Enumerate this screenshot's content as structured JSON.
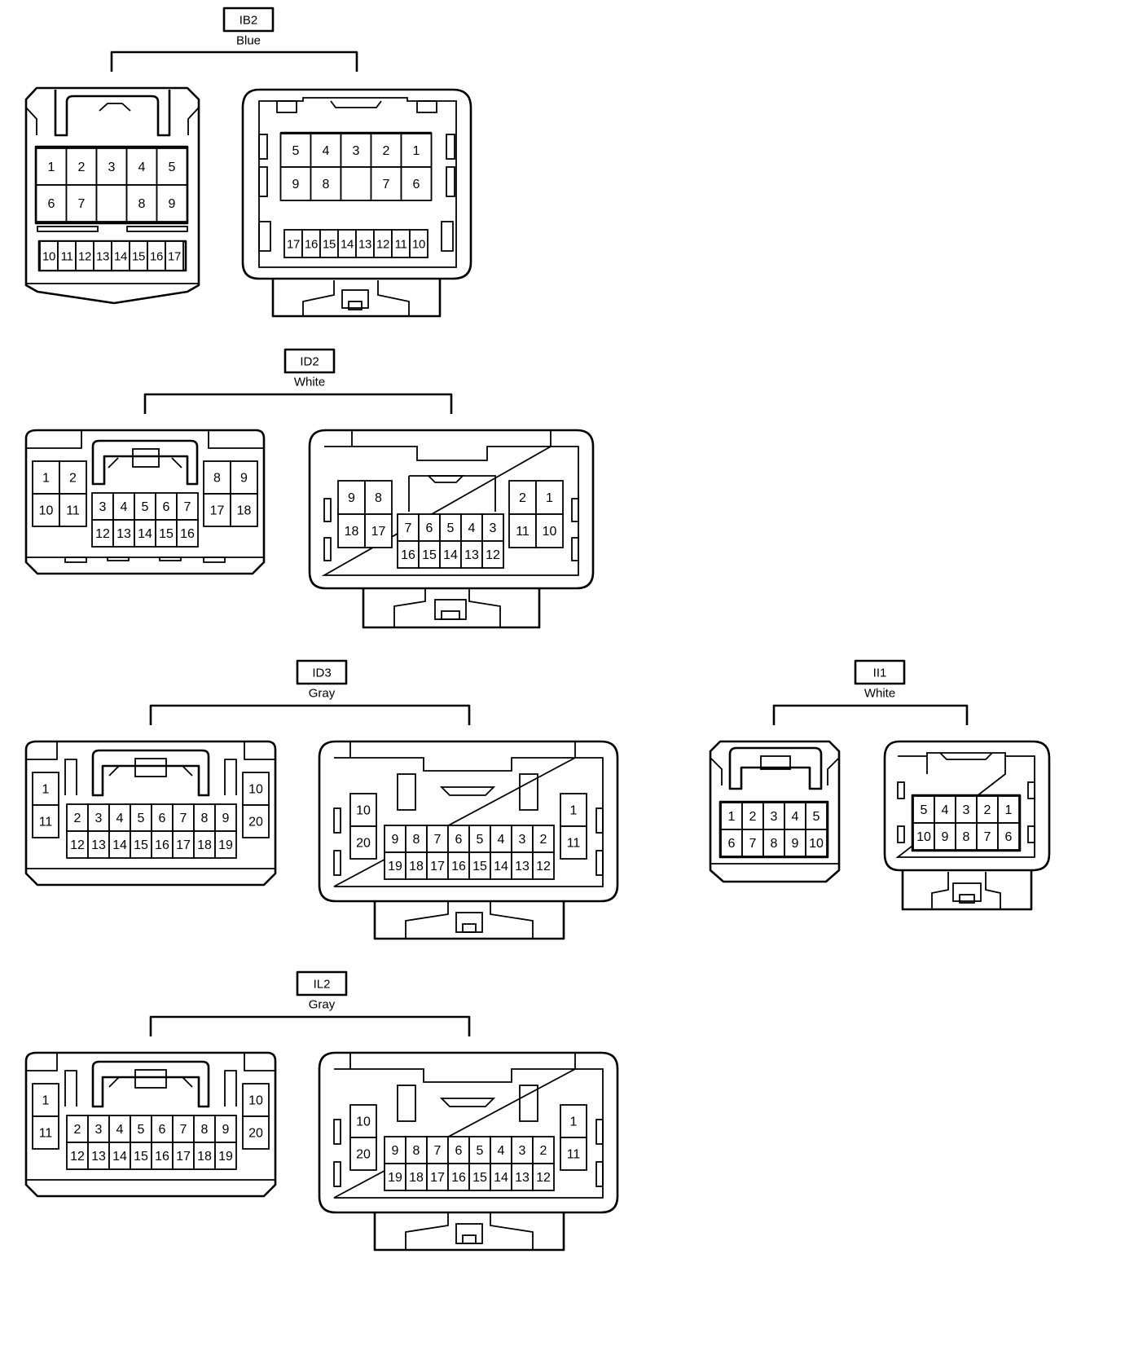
{
  "connectors": [
    {
      "code": "IB2",
      "color": "Blue",
      "left_rows": [
        [
          "1",
          "2",
          "3",
          "4",
          "5"
        ],
        [
          "6",
          "7",
          "",
          "8",
          "9"
        ],
        [
          "10",
          "11",
          "12",
          "13",
          "14",
          "15",
          "16",
          "17"
        ]
      ],
      "right_rows": [
        [
          "5",
          "4",
          "3",
          "2",
          "1"
        ],
        [
          "9",
          "8",
          "",
          "7",
          "6"
        ],
        [
          "17",
          "16",
          "15",
          "14",
          "13",
          "12",
          "11",
          "10"
        ]
      ]
    },
    {
      "code": "ID2",
      "color": "White",
      "left_groups": [
        [
          [
            "1",
            "2"
          ],
          [
            "10",
            "11"
          ]
        ],
        [
          [
            "3",
            "4",
            "5",
            "6",
            "7"
          ],
          [
            "12",
            "13",
            "14",
            "15",
            "16"
          ]
        ],
        [
          [
            "8",
            "9"
          ],
          [
            "17",
            "18"
          ]
        ]
      ],
      "right_groups": [
        [
          [
            "9",
            "8"
          ],
          [
            "18",
            "17"
          ]
        ],
        [
          [
            "7",
            "6",
            "5",
            "4",
            "3"
          ],
          [
            "16",
            "15",
            "14",
            "13",
            "12"
          ]
        ],
        [
          [
            "2",
            "1"
          ],
          [
            "11",
            "10"
          ]
        ]
      ]
    },
    {
      "code": "ID3",
      "color": "Gray",
      "left_groups": [
        [
          [
            "1"
          ],
          [
            "11"
          ]
        ],
        [
          [
            "2",
            "3",
            "4",
            "5",
            "6",
            "7",
            "8",
            "9"
          ],
          [
            "12",
            "13",
            "14",
            "15",
            "16",
            "17",
            "18",
            "19"
          ]
        ],
        [
          [
            "10"
          ],
          [
            "20"
          ]
        ]
      ],
      "right_groups": [
        [
          [
            "10"
          ],
          [
            "20"
          ]
        ],
        [
          [
            "9",
            "8",
            "7",
            "6",
            "5",
            "4",
            "3",
            "2"
          ],
          [
            "19",
            "18",
            "17",
            "16",
            "15",
            "14",
            "13",
            "12"
          ]
        ],
        [
          [
            "1"
          ],
          [
            "11"
          ]
        ]
      ]
    },
    {
      "code": "II1",
      "color": "White",
      "left_rows": [
        [
          "1",
          "2",
          "3",
          "4",
          "5"
        ],
        [
          "6",
          "7",
          "8",
          "9",
          "10"
        ]
      ],
      "right_rows": [
        [
          "5",
          "4",
          "3",
          "2",
          "1"
        ],
        [
          "10",
          "9",
          "8",
          "7",
          "6"
        ]
      ]
    },
    {
      "code": "IL2",
      "color": "Gray",
      "left_groups": [
        [
          [
            "1"
          ],
          [
            "11"
          ]
        ],
        [
          [
            "2",
            "3",
            "4",
            "5",
            "6",
            "7",
            "8",
            "9"
          ],
          [
            "12",
            "13",
            "14",
            "15",
            "16",
            "17",
            "18",
            "19"
          ]
        ],
        [
          [
            "10"
          ],
          [
            "20"
          ]
        ]
      ],
      "right_groups": [
        [
          [
            "10"
          ],
          [
            "20"
          ]
        ],
        [
          [
            "9",
            "8",
            "7",
            "6",
            "5",
            "4",
            "3",
            "2"
          ],
          [
            "19",
            "18",
            "17",
            "16",
            "15",
            "14",
            "13",
            "12"
          ]
        ],
        [
          [
            "1"
          ],
          [
            "11"
          ]
        ]
      ]
    }
  ]
}
